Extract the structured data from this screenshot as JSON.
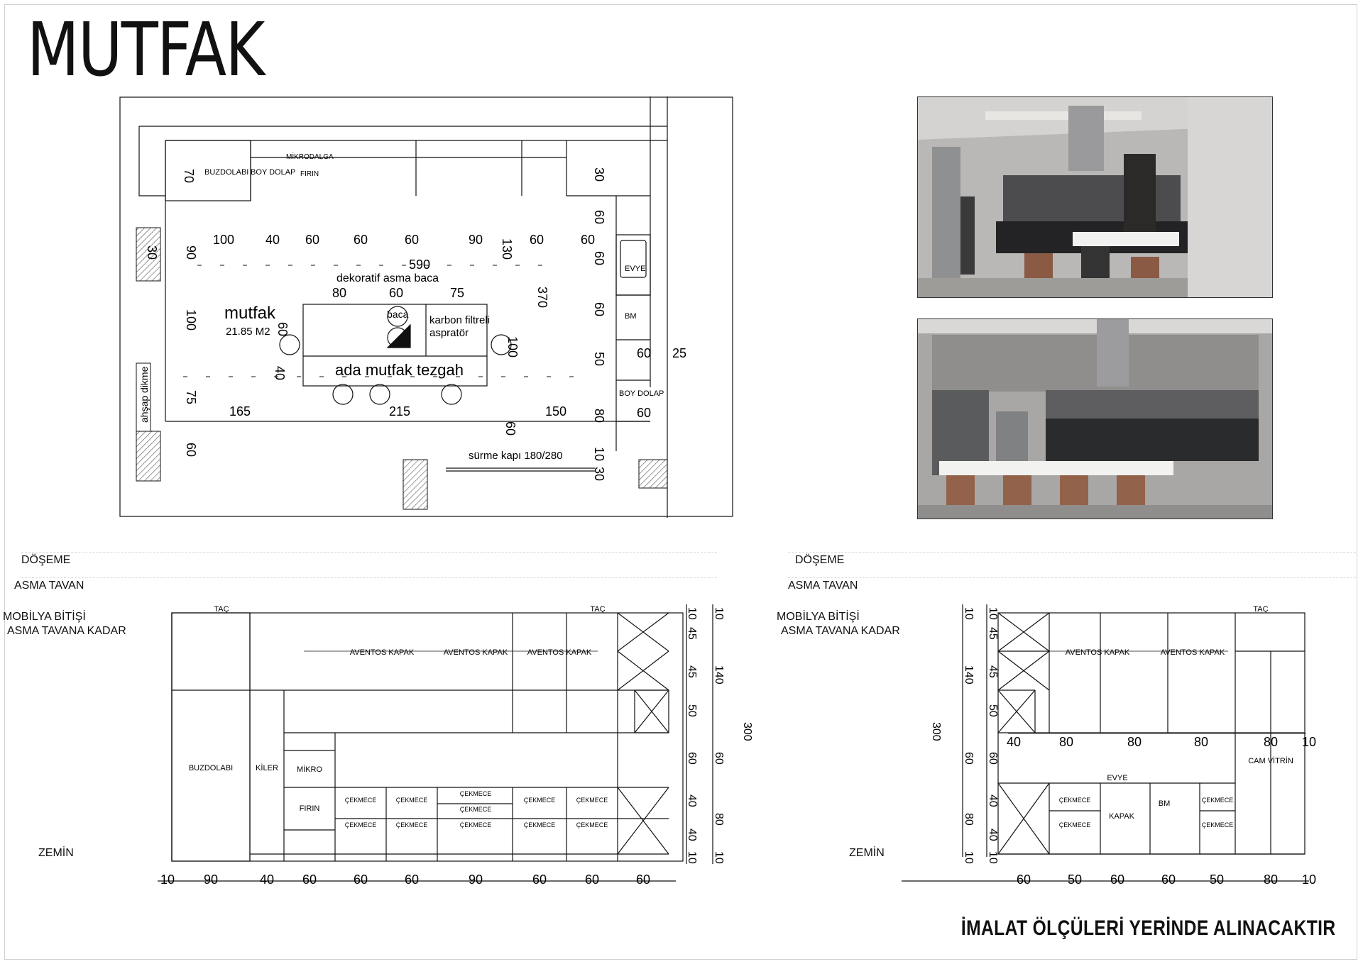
{
  "title": "MUTFAK",
  "plan": {
    "room_name": "mutfak",
    "room_area": "21.85 M2",
    "island_label": "ada mutfak tezgah",
    "hood_label": "dekoratif asma baca",
    "chimney_label": "baca",
    "hood_spec_1": "karbon filtreli",
    "hood_spec_2": "aspratör",
    "wood_post": "ahşap dikme",
    "sliding_door": "sürme kapı 180/280",
    "fridge": "BUZDOLABI",
    "tall_cab": "BOY DOLAP",
    "microwave": "MİKRODALGA",
    "oven": "FIRIN",
    "sink": "EVYE",
    "dishwasher": "BM",
    "tall_cab_2": "BOY DOLAP",
    "dims": [
      "70",
      "100",
      "30",
      "90",
      "100",
      "40",
      "60",
      "60",
      "60",
      "90",
      "60",
      "60",
      "590",
      "80",
      "60",
      "75",
      "130",
      "370",
      "100",
      "100",
      "60",
      "50",
      "60",
      "60",
      "25",
      "80",
      "60",
      "30",
      "60",
      "75",
      "40",
      "165",
      "215",
      "150",
      "60",
      "60",
      "60",
      "10",
      "30",
      "60",
      "30"
    ]
  },
  "levels": {
    "floor_slab": "DÖŞEME",
    "ceiling": "ASMA TAVAN",
    "finish_1": "MOBİLYA BİTİŞİ",
    "finish_2": "ASMA TAVANA KADAR",
    "ground": "ZEMİN"
  },
  "elev1": {
    "crown_left": "TAÇ",
    "crown_right": "TAÇ",
    "aventos_1": "AVENTOS KAPAK",
    "aventos_2": "AVENTOS KAPAK",
    "aventos_3": "AVENTOS KAPAK",
    "fridge": "BUZDOLABI",
    "pantry": "KİLER",
    "micro": "MİKRO",
    "oven": "FIRIN",
    "drawer": "ÇEKMECE",
    "bottom_dims": [
      "10",
      "90",
      "40",
      "60",
      "60",
      "60",
      "90",
      "60",
      "60",
      "60"
    ],
    "right_dims_a": [
      "10",
      "45",
      "45",
      "50",
      "60",
      "40",
      "40",
      "10"
    ],
    "right_dims_b": [
      "10",
      "140",
      "60",
      "80",
      "10"
    ],
    "total": "300"
  },
  "elev2": {
    "crown": "TAÇ",
    "aventos_1": "AVENTOS KAPAK",
    "aventos_2": "AVENTOS KAPAK",
    "glass_cab": "CAM VİTRİN",
    "sink": "EVYE",
    "drawer": "ÇEKMECE",
    "door": "KAPAK",
    "dishwasher": "BM",
    "top_dims": [
      "40",
      "80",
      "80",
      "80",
      "80",
      "10"
    ],
    "bottom_dims": [
      "60",
      "50",
      "60",
      "60",
      "50",
      "80",
      "10"
    ],
    "left_dims_a": [
      "10",
      "45",
      "45",
      "50",
      "60",
      "40",
      "40",
      "10"
    ],
    "left_dims_b": [
      "10",
      "140",
      "60",
      "80",
      "10"
    ],
    "total": "300"
  },
  "footer": "İMALAT ÖLÇÜLERİ YERİNDE ALINACAKTIR"
}
